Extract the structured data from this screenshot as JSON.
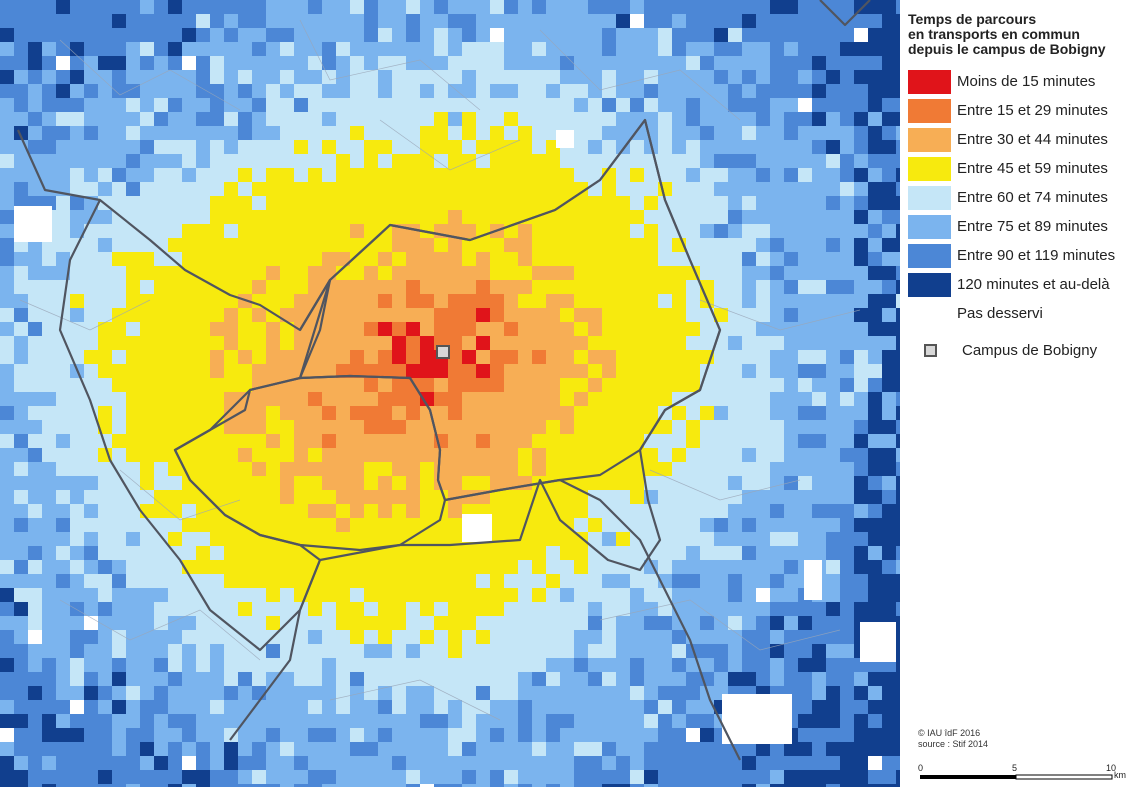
{
  "legend": {
    "title_lines": [
      "Temps de parcours",
      "en transports en commun",
      "depuis le campus de Bobigny"
    ],
    "classes": [
      {
        "label": "Moins de 15 minutes",
        "color": "#e0141a"
      },
      {
        "label": "Entre 15 et 29 minutes",
        "color": "#f07a35"
      },
      {
        "label": "Entre 30 et 44 minutes",
        "color": "#f7ae55"
      },
      {
        "label": "Entre 45 et 59 minutes",
        "color": "#f7ea0e"
      },
      {
        "label": "Entre 60 et 74 minutes",
        "color": "#c5e6f7"
      },
      {
        "label": "Entre 75 et 89 minutes",
        "color": "#7bb4ee"
      },
      {
        "label": "Entre 90 et 119 minutes",
        "color": "#4c87d6"
      },
      {
        "label": "120 minutes et au-delà",
        "color": "#113f8e"
      },
      {
        "label": "Pas desservi",
        "color": "#ffffff"
      }
    ],
    "campus_label": "Campus de Bobigny"
  },
  "credits": {
    "line1": "© IAU îdF 2016",
    "line2": "source : Stif 2014"
  },
  "scale": {
    "tick0": "0",
    "tick1": "5",
    "tick2": "10",
    "unit": "km"
  },
  "map": {
    "campus_marker": {
      "name": "Campus de Bobigny",
      "icon": "campus-square-icon",
      "color": "#d8d8d8"
    },
    "boundary_color": "#505560",
    "commune_line_color": "#9aa6b8"
  }
}
